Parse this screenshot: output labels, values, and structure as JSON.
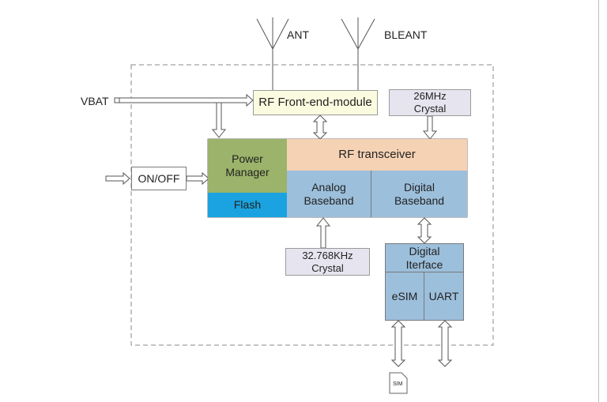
{
  "labels": {
    "ant": "ANT",
    "ble_ant": "BLEANT",
    "vbat": "VBAT",
    "rf_front_end": "RF Front-end-module",
    "crystal_26": "26MHz\nCrystal",
    "on_off": "ON/OFF",
    "power_manager": "Power\nManager",
    "flash": "Flash",
    "rf_transceiver": "RF transceiver",
    "analog_baseband": "Analog\nBaseband",
    "digital_baseband": "Digital\nBaseband",
    "crystal_32": "32.768KHz\nCrystal",
    "digital_interface": "Digital\nIterface",
    "esim": "eSIM",
    "uart": "UART",
    "sim": "SIM"
  },
  "colors": {
    "front_end_fill": "#fbfbe0",
    "crystal_fill": "#e6e4ee",
    "power_manager_fill": "#9bb36a",
    "flash_fill": "#1aa3e0",
    "rf_transceiver_fill": "#f6d2b4",
    "baseband_fill": "#9cbfdb",
    "interface_fill": "#9cbfdb",
    "border": "#7a7a7a",
    "dashed_border": "#8a8a8a"
  }
}
